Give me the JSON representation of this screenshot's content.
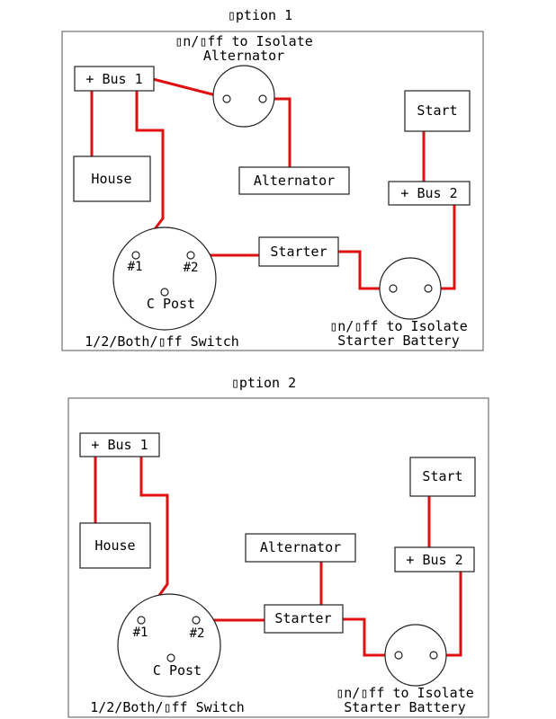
{
  "diagrams": [
    {
      "title": "▯ption 1",
      "isolate_alt_label_1": "▯n/▯ff to Isolate",
      "isolate_alt_label_2": "Alternator",
      "bus1": "+ Bus 1",
      "house": "House",
      "alternator": "Alternator",
      "start": "Start",
      "bus2": "+ Bus 2",
      "starter": "Starter",
      "t1": "#1",
      "t2": "#2",
      "cpost": "C Post",
      "switch_label": "1/2/Both/▯ff Switch",
      "isolate_starter_1": "▯n/▯ff to Isolate",
      "isolate_starter_2": "Starter Battery"
    },
    {
      "title": "▯ption 2",
      "bus1": "+ Bus 1",
      "house": "House",
      "alternator": "Alternator",
      "start": "Start",
      "bus2": "+ Bus 2",
      "starter": "Starter",
      "t1": "#1",
      "t2": "#2",
      "cpost": "C Post",
      "switch_label": "1/2/Both/▯ff Switch",
      "isolate_starter_1": "▯n/▯ff to Isolate",
      "isolate_starter_2": "Starter Battery"
    }
  ],
  "colors": {
    "wire": "#dd1111",
    "box_stroke": "#222222"
  }
}
